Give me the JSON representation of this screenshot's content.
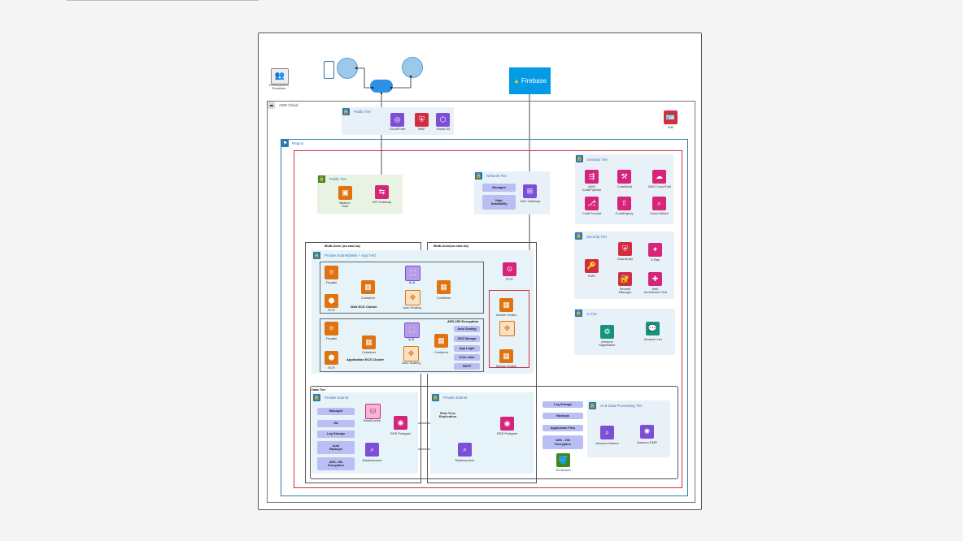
{
  "colors": {
    "orange": "#e0720f",
    "pink": "#d6247a",
    "purple": "#7d4fd6",
    "red": "#d22e3f",
    "green": "#3f8624",
    "teal": "#17927c",
    "blue_outline": "#2a7ab0",
    "frame": "#6b6b6b"
  },
  "top": {
    "dev_premises": "Development\nPremises",
    "firebase": "Firebase",
    "aws_cloud": "AWS Cloud",
    "iam": "IAM"
  },
  "public_top": {
    "title": "Public Tier",
    "items": [
      {
        "label": "CloudFront",
        "icon": "globe-icon"
      },
      {
        "label": "WAF",
        "icon": "shield-icon"
      },
      {
        "label": "Route 53",
        "icon": "route-icon"
      }
    ]
  },
  "region": "Region",
  "public_tier": {
    "title": "Public Tier",
    "bastion": "Bastion\nHost",
    "api": "API Gateway"
  },
  "network_tier": {
    "title": "Network Tier",
    "managed": "Managed",
    "ha": "High\nAvailability",
    "nat": "NAT Gateway"
  },
  "devops": {
    "title": "DevOps Tier",
    "items": [
      "AWS\nCodePipeline",
      "CodeBuild",
      "AWS CloudTrail",
      "CodeCommit",
      "CodeDeploy",
      "Cloud Watch"
    ]
  },
  "security": {
    "title": "Security Tier",
    "items": [
      "GuardDuty",
      "X-Ray",
      "KMS",
      "Secrets\nManager",
      "Well-\nArchitected Tool"
    ]
  },
  "ai": {
    "title": "AI Tier",
    "items": [
      "Amazon\nSageMaker",
      "Amazon Lex"
    ]
  },
  "az1": "Multi-Zone (us-east-1a)",
  "az2": "Multi-Zone(us-east-1b)",
  "private_subnet_web": "Private Subnet(Web + App Tier)",
  "web_cluster": {
    "fargate": "Fargate",
    "ecr": "ECR",
    "container": "Container",
    "alb": "ALB",
    "autoscaling": "Auto Scaling",
    "title": "Web ECS Cluster",
    "container2": "Container"
  },
  "ecr_right": "ECR",
  "app_cluster": {
    "fargate": "Fargate",
    "ecr": "ECR",
    "container": "Container",
    "alb": "ALB",
    "autoscaling": "Auto Scaling",
    "title": "Application ECS Cluster",
    "container2": "Container"
  },
  "aes_block": {
    "title": "AES-256 Encryption",
    "chips": [
      "Auto Scaling",
      "SSD Storage",
      "App Login",
      "Cron Jobs",
      "SMTP"
    ]
  },
  "worker": {
    "a": "Worker Nodes",
    "b": "Worker Nodes"
  },
  "data_tier": {
    "title": "Data Tier",
    "ps1": "Private Subnet",
    "ps2": "Private Subnet",
    "chips": [
      "Managed",
      "HA",
      "Log Storage",
      "Auto\nBackups",
      "AES- 256\nEncryption"
    ],
    "elasticache": "ElastiCache",
    "rds1": "RDS Postgres",
    "rds2": "RDS Postgres",
    "es1": "Elasticsearch",
    "es2": "Elasticsearch",
    "replication": "Real-Time\nReplication"
  },
  "s3_chips": [
    "Log Storage",
    "Backups",
    "Application Files",
    "AES - 256\nEncryption"
  ],
  "s3": "S3 Bucket",
  "analytics": {
    "title": "AI & Data Processing Tier",
    "items": [
      "Amazon Athena",
      "Amazon EMR"
    ]
  }
}
